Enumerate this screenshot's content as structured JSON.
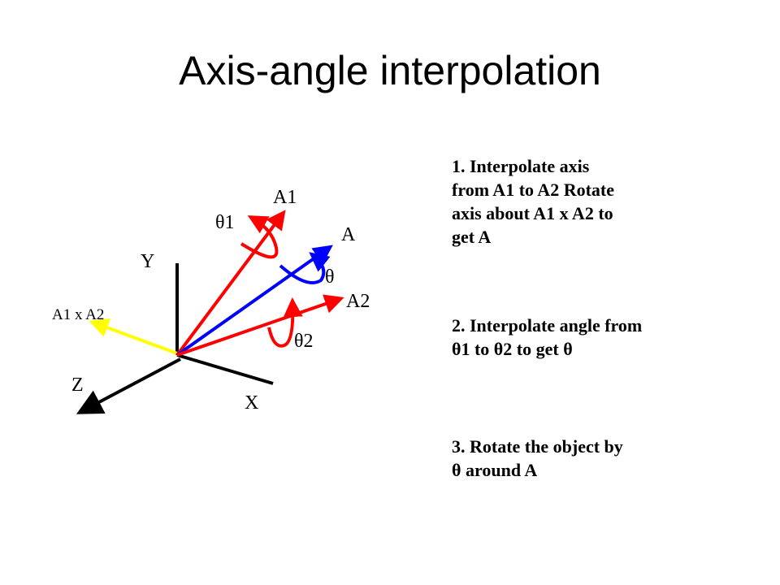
{
  "title": "Axis-angle interpolation",
  "labels": {
    "a1": "A1",
    "a": "A",
    "a2": "A2",
    "theta1": "θ1",
    "theta": "θ",
    "theta2": "θ2",
    "y_axis": "Y",
    "z_axis": "Z",
    "x_axis": "X",
    "cross": "A1 x A2"
  },
  "steps": [
    "1. Interpolate axis\nfrom A1 to A2 Rotate\naxis about A1 x A2 to\nget A",
    "2. Interpolate angle from\nθ1 to θ2 to get  θ",
    "3. Rotate the object by\nθ around A"
  ],
  "colors": {
    "a1_axis": "#ff0000",
    "a2_axis": "#ff0000",
    "a_axis": "#0000ff",
    "cross_axis": "#ffff00",
    "frame_axes": "#000000"
  }
}
